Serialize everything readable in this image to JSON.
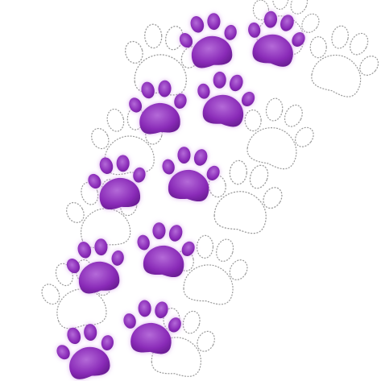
{
  "artwork": {
    "subject": "purple-paw-prints-trail",
    "colors": {
      "background": "#ffffff",
      "paw_fill": "#8a2bb8",
      "paw_fill_light": "#b46ad8",
      "paw_glow": "#d9a8ee",
      "outline_stitch": "#9a9a9a"
    },
    "paw_count": 10,
    "outline_paw_count": 10
  }
}
